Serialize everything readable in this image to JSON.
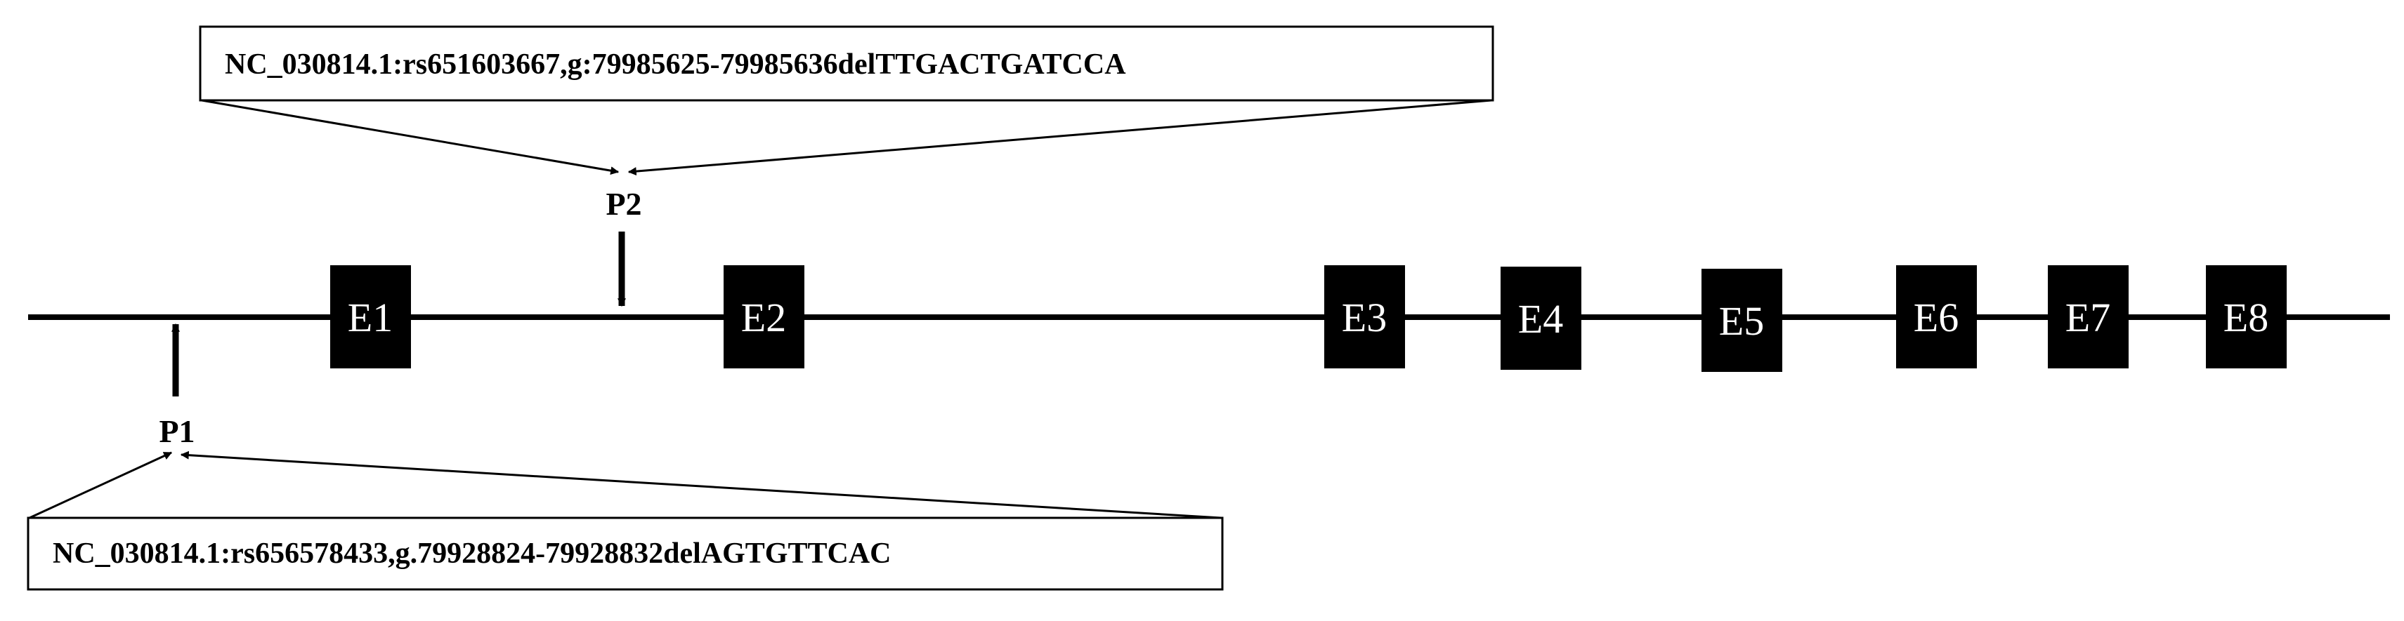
{
  "gene": {
    "exons": [
      {
        "label": "E1"
      },
      {
        "label": "E2"
      },
      {
        "label": "E3"
      },
      {
        "label": "E4"
      },
      {
        "label": "E5"
      },
      {
        "label": "E6"
      },
      {
        "label": "E7"
      },
      {
        "label": "E8"
      }
    ]
  },
  "markers": {
    "p1": {
      "label": "P1"
    },
    "p2": {
      "label": "P2"
    }
  },
  "variants": {
    "p2": {
      "text": "NC_030814.1:rs651603667,g:79985625-79985636delTTGACTGATCCA"
    },
    "p1": {
      "text": "NC_030814.1:rs656578433,g.79928824-79928832delAGTGTTCAC"
    }
  },
  "colors": {
    "line": "#000000",
    "exon_fill": "#000000",
    "exon_text": "#ffffff",
    "background": "#ffffff"
  }
}
